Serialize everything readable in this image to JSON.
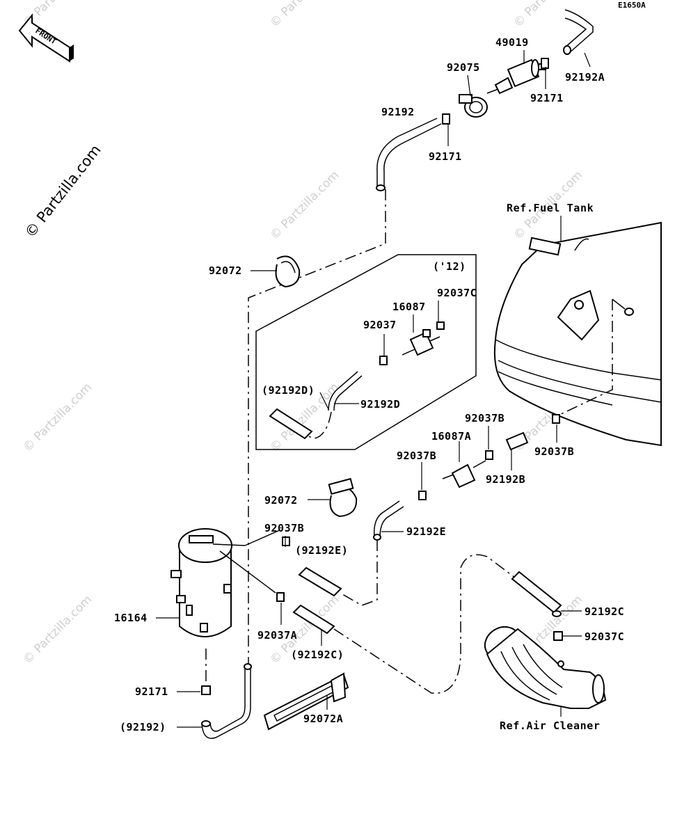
{
  "diagram_code": "E1650A",
  "front_arrow": {
    "text": "FRONT"
  },
  "watermark_main": "© Partzilla.com",
  "watermark_faint": "© Partzilla.com",
  "boxed_group_note": "('12)",
  "labels": {
    "p49019": "49019",
    "p92075": "92075",
    "p92192A": "92192A",
    "p92171_top": "92171",
    "p92192_top": "92192",
    "p92171_mid": "92171",
    "p92072_upper": "92072",
    "ref_fuel_tank": "Ref.Fuel Tank",
    "p92037C_box": "92037C",
    "p16087": "16087",
    "p92037_box": "92037",
    "p92192D_paren": "(92192D)",
    "p92192D": "92192D",
    "p92037B_upper": "92037B",
    "p16087A": "16087A",
    "p92037B_right": "92037B",
    "p92037B_left": "92037B",
    "p92192B": "92192B",
    "p92072_lower": "92072",
    "p92192E": "92192E",
    "p92037B_canister": "92037B",
    "p92192E_paren": "(92192E)",
    "p16164": "16164",
    "p92037A": "92037A",
    "p92192C_paren": "(92192C)",
    "p92192C": "92192C",
    "p92037C_air": "92037C",
    "p92171_bottom": "92171",
    "p92192_paren": "(92192)",
    "p92072A": "92072A",
    "ref_air_cleaner": "Ref.Air Cleaner"
  },
  "icons": [
    "front-arrow-icon",
    "copyright-icon"
  ]
}
